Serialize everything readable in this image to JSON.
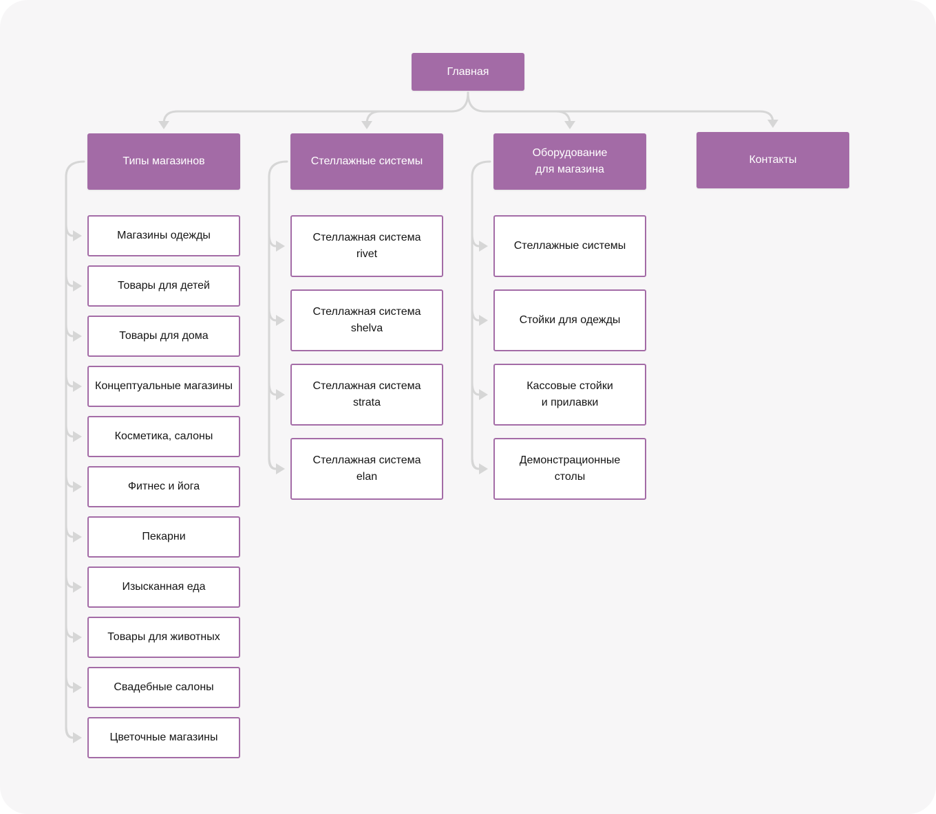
{
  "colors": {
    "node_fill": "#a36ba6",
    "node_text": "#ffffff",
    "child_border": "#a36ba6",
    "child_text": "#141414",
    "connector": "#d6d6d6",
    "background": "#f7f6f7"
  },
  "root": {
    "label": "Главная"
  },
  "sections": [
    {
      "label": "Типы магазинов",
      "children": [
        "Магазины одежды",
        "Товары для детей",
        "Товары для дома",
        "Концептуальные магазины",
        "Косметика, салоны",
        "Фитнес и йога",
        "Пекарни",
        "Изысканная еда",
        "Товары для животных",
        "Свадебные салоны",
        "Цветочные магазины"
      ]
    },
    {
      "label": "Стеллажные системы",
      "children": [
        "Стеллажная система\nrivet",
        "Стеллажная система\nshelva",
        "Стеллажная система\nstrata",
        "Стеллажная система\nelan"
      ]
    },
    {
      "label": "Оборудование\nдля магазина",
      "children": [
        "Стеллажные системы",
        "Стойки для одежды",
        "Кассовые стойки\nи прилавки",
        "Демонстрационные\nстолы"
      ]
    },
    {
      "label": "Контакты",
      "children": []
    }
  ]
}
